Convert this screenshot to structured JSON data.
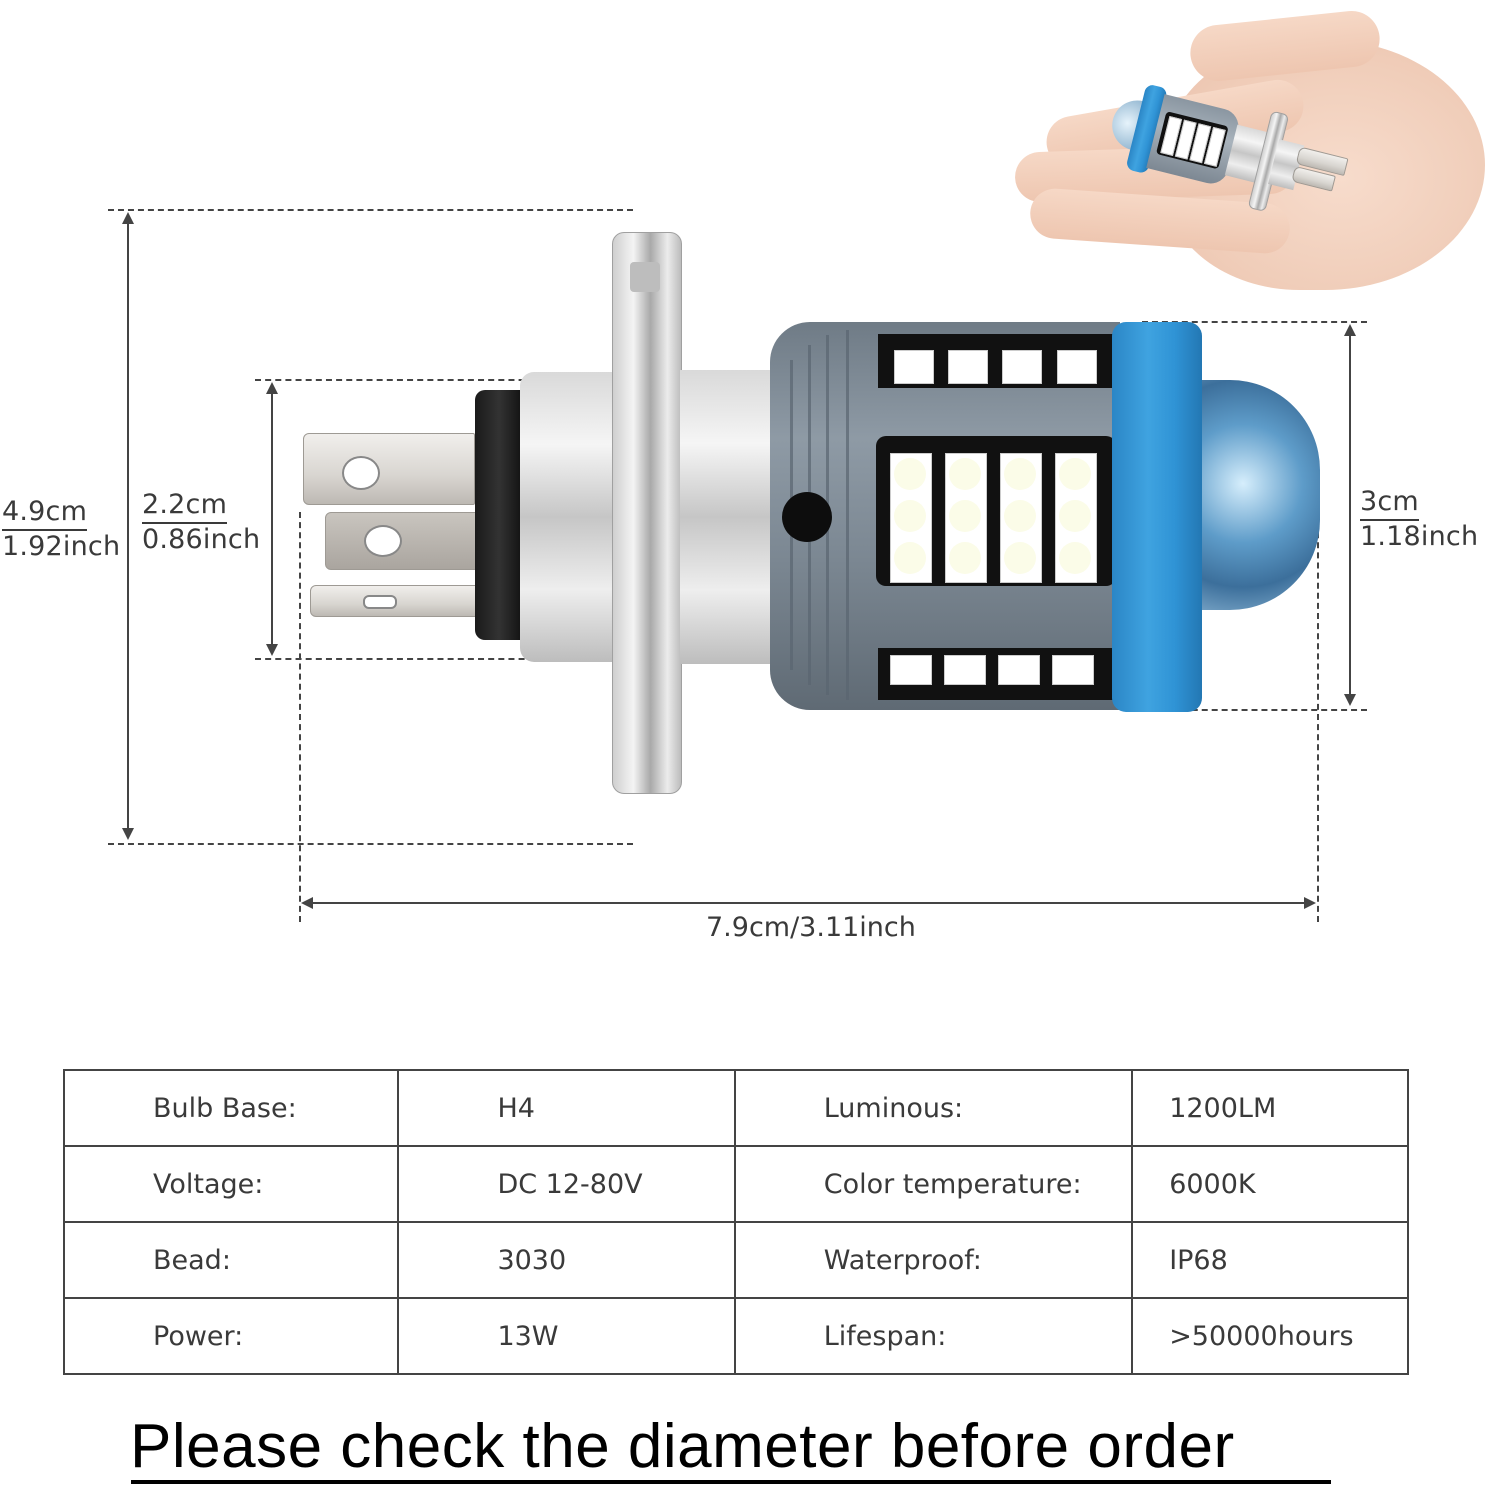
{
  "product": {
    "type": "H4 LED headlight bulb",
    "colors": {
      "ring_blue": "#2f93d5",
      "housing_gray": "#7c8893",
      "text": "#3a3a3a",
      "line": "#444444"
    }
  },
  "dimensions": {
    "overall_height": {
      "metric": "4.9cm",
      "imperial": "1.92inch"
    },
    "base_diameter": {
      "metric": "2.2cm",
      "imperial": "0.86inch"
    },
    "head_diameter": {
      "metric": "3cm",
      "imperial": "1.18inch"
    },
    "length": {
      "label": "7.9cm/3.11inch"
    }
  },
  "specs": {
    "rows": [
      {
        "label1": "Bulb Base:",
        "value1": "H4",
        "label2": "Luminous:",
        "value2": "1200LM"
      },
      {
        "label1": "Voltage:",
        "value1": "DC 12-80V",
        "label2": "Color temperature:",
        "value2": "6000K"
      },
      {
        "label1": "Bead:",
        "value1": "3030",
        "label2": "Waterproof:",
        "value2": "IP68"
      },
      {
        "label1": "Power:",
        "value1": "13W",
        "label2": "Lifespan:",
        "value2": ">50000hours"
      }
    ]
  },
  "banner": {
    "text": "Please check the diameter before order"
  }
}
